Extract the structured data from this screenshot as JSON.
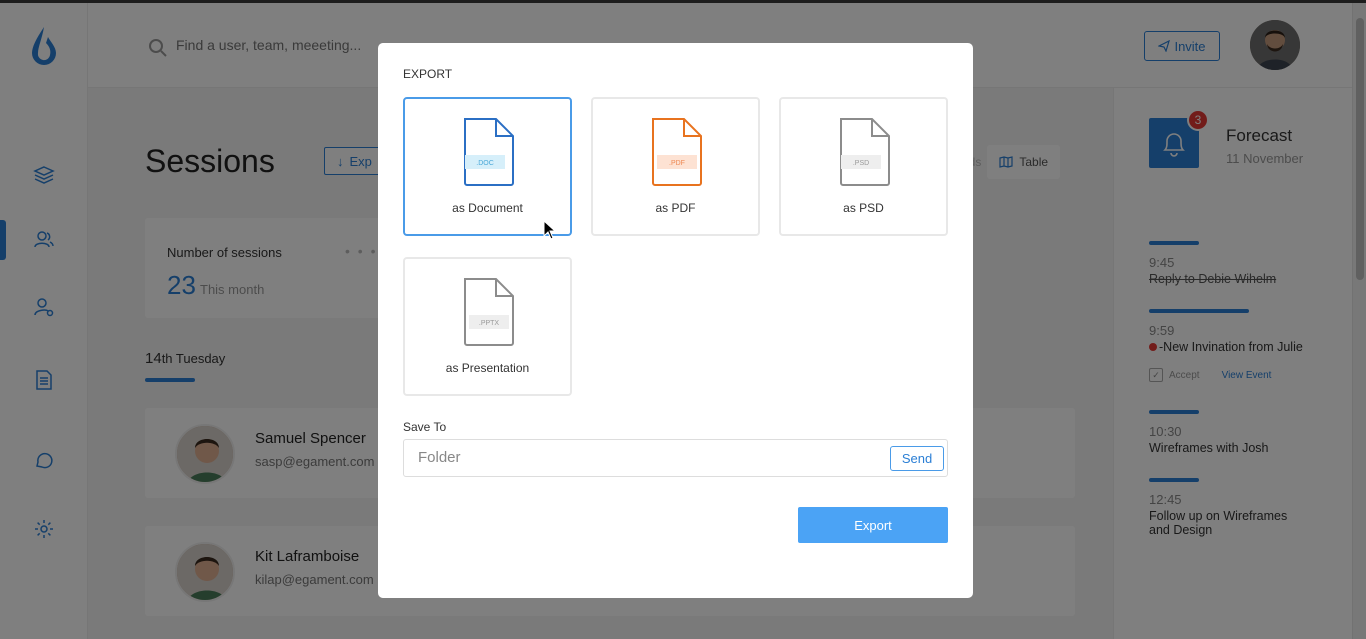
{
  "header": {
    "search_placeholder": "Find a user, team, meeeting...",
    "invite_label": "Invite"
  },
  "main": {
    "page_title": "Sessions",
    "export_chip_label": "Exp",
    "view_tabs": {
      "cards_label": "ards",
      "table_label": "Table"
    },
    "stat": {
      "label": "Number of sessions",
      "value": "23",
      "sub": "This month"
    },
    "day": {
      "num": "14",
      "suffix": "th Tuesday"
    },
    "users": [
      {
        "name": "Samuel Spencer",
        "email": "sasp@egament.com"
      },
      {
        "name": "Kit Laframboise",
        "email": "kilap@egament.com"
      }
    ]
  },
  "right_panel": {
    "badge_count": "3",
    "title": "Forecast",
    "date": "11 November",
    "events": [
      {
        "time": "9:45",
        "title": "Reply to Debie Wihelm"
      },
      {
        "time": "9:59",
        "title": "-New Invination from Julie",
        "accept_label": "Accept",
        "view_label": "View Event"
      },
      {
        "time": "10:30",
        "title": "Wireframes with Josh"
      },
      {
        "time": "12:45",
        "title": "Follow up on Wireframes and Design"
      }
    ]
  },
  "modal": {
    "title": "EXPORT",
    "options": [
      {
        "label": "as Document",
        "ext": ".DOC",
        "color": "#2b6fc4",
        "tag_bg": "#d6effa",
        "tag_fg": "#4aa8d8"
      },
      {
        "label": "as PDF",
        "ext": ".PDF",
        "color": "#e8731f",
        "tag_bg": "#fde2d3",
        "tag_fg": "#ee8a55"
      },
      {
        "label": "as PSD",
        "ext": ".PSD",
        "color": "#8c8c8c",
        "tag_bg": "#eeeeee",
        "tag_fg": "#999999"
      },
      {
        "label": "as Presentation",
        "ext": ".PPTX",
        "color": "#8c8c8c",
        "tag_bg": "#eeeeee",
        "tag_fg": "#999999"
      }
    ],
    "save_to_label": "Save To",
    "save_to_placeholder": "Folder",
    "send_label": "Send",
    "export_label": "Export"
  },
  "colors": {
    "accent": "#2b7fd5",
    "badge": "#e53935"
  }
}
